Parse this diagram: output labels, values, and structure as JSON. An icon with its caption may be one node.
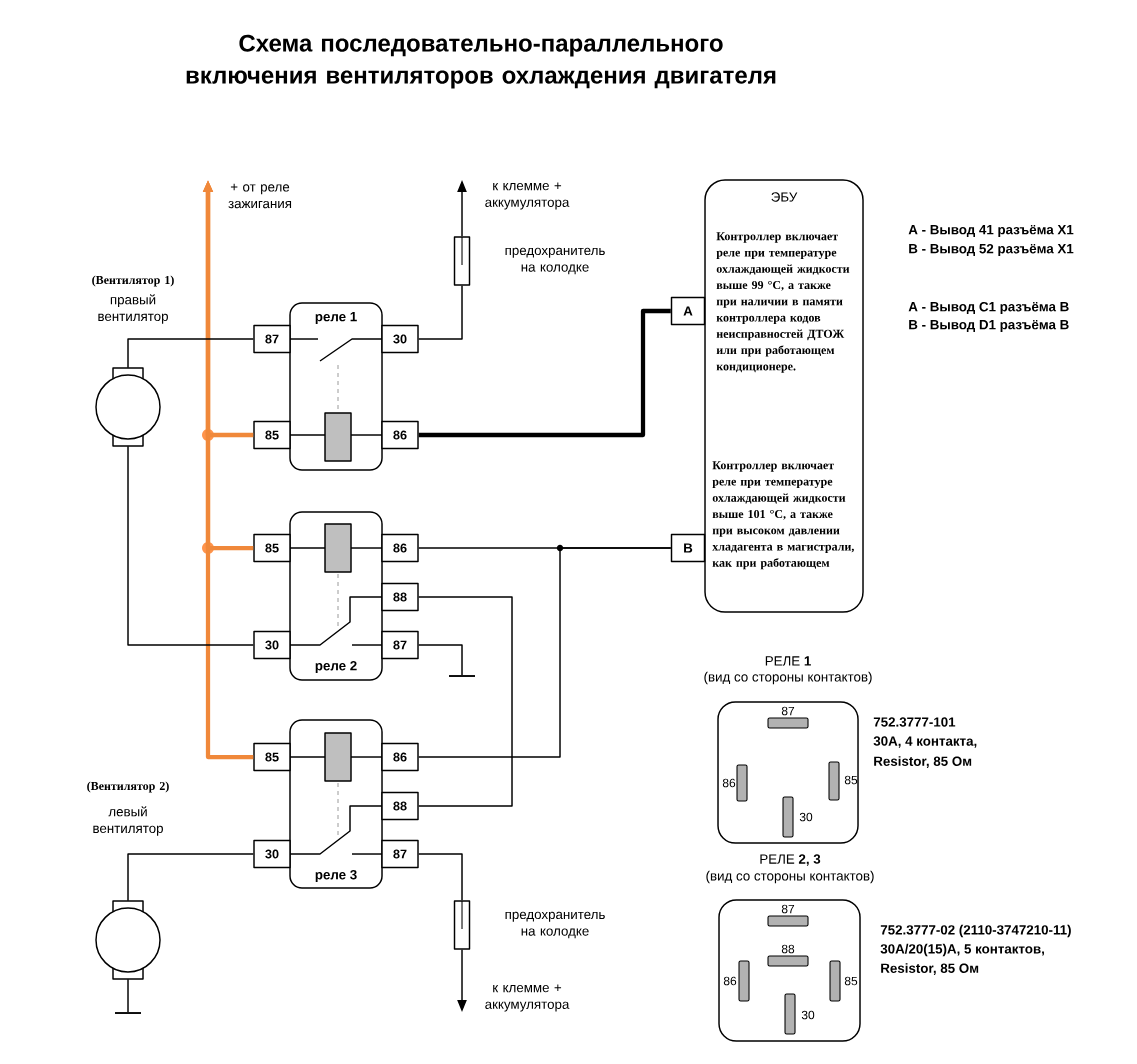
{
  "diagram": {
    "title": "Схема последовательно-параллельного включения вентиляторов охлаждения двигателя",
    "nodes": [
      {
        "text": [
          "реле 1"
        ]
      },
      {
        "text": [
          "87"
        ]
      },
      {
        "text": [
          "30"
        ]
      },
      {
        "text": [
          "85"
        ]
      },
      {
        "text": [
          "86"
        ]
      },
      {
        "text": [
          "реле 2"
        ]
      },
      {
        "text": [
          "85"
        ]
      },
      {
        "text": [
          "86"
        ]
      },
      {
        "text": [
          "88"
        ]
      },
      {
        "text": [
          "30"
        ]
      },
      {
        "text": [
          "87"
        ]
      },
      {
        "text": [
          "реле 3"
        ]
      },
      {
        "text": [
          "85"
        ]
      },
      {
        "text": [
          "86"
        ]
      },
      {
        "text": [
          "88"
        ]
      },
      {
        "text": [
          "30"
        ]
      },
      {
        "text": [
          "87"
        ]
      },
      {
        "text": [],
        "shape": "motor",
        "beside": [
          "(Вентилятор 1)",
          "правый вентилятор"
        ]
      },
      {
        "text": [],
        "shape": "motor",
        "beside": [
          "(Вентилятор 2)",
          "левый вентилятор"
        ]
      },
      {
        "text": [],
        "shape": "box",
        "beside": [
          "предохранитель на колодке"
        ]
      },
      {
        "text": [],
        "shape": "box",
        "beside": [
          "предохранитель на колодке"
        ]
      },
      {
        "text": [],
        "shape": "ground"
      },
      {
        "text": [],
        "shape": "ground"
      },
      {
        "text": [
          "ЭБУ",
          "Контроллер включает реле при температуре охлаждающей жидкости выше 99 °C, а также при наличии в памяти контроллера кодов неисправностей ДТОЖ или при работающем кондиционере.",
          "Контроллер включает реле при температуре охлаждающей жидкости выше 101 °C, а также при высоком давлении хладагента в магистрали, как при работающем"
        ]
      },
      {
        "text": [
          "A"
        ]
      },
      {
        "text": [
          "B"
        ]
      },
      {
        "text": [
          "РЕЛЕ **1**",
          "(вид со стороны контактов)",
          "87",
          "86",
          "85",
          "30"
        ],
        "beside": [
          "752.3777-101",
          "30A, 4 контакта,",
          "Resistor, 85 Ом"
        ]
      },
      {
        "text": [
          "РЕЛЕ **2, 3**",
          "(вид со стороны контактов)",
          "87",
          "88",
          "86",
          "85",
          "30"
        ],
        "beside": [
          "752.3777-02 (2110-3747210-11)",
          "30A/20(15)A, 5 контактов,",
          "Resistor, 85 Ом"
        ]
      }
    ],
    "edges": [
      {
        "from": 3,
        "to": null,
        "arrow": "to",
        "style": "thick",
        "color": "#f0883a",
        "label": "+ от реле зажигания"
      },
      {
        "from": 6,
        "to": null,
        "arrow": "to",
        "style": "thick",
        "color": "#f0883a"
      },
      {
        "from": 12,
        "to": null,
        "arrow": "to",
        "style": "thick",
        "color": "#f0883a"
      },
      {
        "from": 1,
        "to": 17,
        "arrow": "none"
      },
      {
        "from": 9,
        "to": 17,
        "arrow": "none"
      },
      {
        "from": 2,
        "to": 19,
        "arrow": "none"
      },
      {
        "from": 19,
        "to": null,
        "arrow": "to",
        "label": "к клемме + аккумулятора"
      },
      {
        "from": 4,
        "to": 24,
        "arrow": "none",
        "style": "thick"
      },
      {
        "from": 7,
        "to": 25,
        "arrow": "none"
      },
      {
        "from": 13,
        "to": 25,
        "arrow": "none"
      },
      {
        "from": 8,
        "to": 14,
        "arrow": "none"
      },
      {
        "from": 10,
        "to": 21,
        "arrow": "none"
      },
      {
        "from": 15,
        "to": 18,
        "arrow": "none"
      },
      {
        "from": 18,
        "to": 22,
        "arrow": "none"
      },
      {
        "from": 16,
        "to": 20,
        "arrow": "none"
      },
      {
        "from": 20,
        "to": null,
        "arrow": "to",
        "label": "к клемме + аккумулятора"
      }
    ],
    "labels": [
      "A - Вывод 41 разъёма X1",
      "B - Вывод 52 разъёма X1",
      "A - Вывод C1 разъёма B",
      "B - Вывод D1 разъёма B"
    ]
  }
}
